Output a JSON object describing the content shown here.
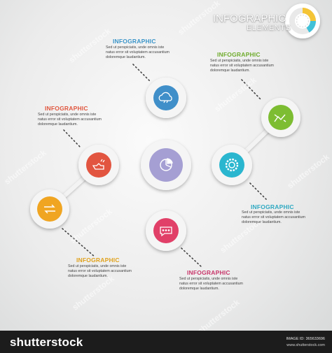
{
  "header": {
    "title": "INFOGRAPHIC",
    "subtitle": "ELEMENTS",
    "pie_colors": [
      "#f4c436",
      "#41c1d8",
      "#e8e8e8"
    ]
  },
  "nodes": {
    "top": {
      "label": "INFOGRAPHIC",
      "label_color": "#3b95c9",
      "icon": "cloud-icon",
      "color": "#3f8fc9",
      "text": [
        "Sed ut perspiciatis, unde omnis iste",
        "natus error sit voluptatem accusantium",
        "doloremque laudantium."
      ]
    },
    "left": {
      "label": "INFOGRAPHIC",
      "label_color": "#e0573f",
      "icon": "hand-icon",
      "color": "#e2543f",
      "text": [
        "Sed ut perspiciatis, unde omnis iste",
        "natus error sit voluptatem accusantium",
        "doloremque laudantium."
      ]
    },
    "bottom_left": {
      "label": "INFOGRAPHIC",
      "label_color": "#e0a21e",
      "icon": "exchange-arrows-icon",
      "color": "#f0a521",
      "text": [
        "Sed ut perspiciatis, unde omnis iste",
        "natus error sit voluptatem accusantium",
        "doloremque laudantium."
      ]
    },
    "bottom": {
      "label": "INFOGRAPHIC",
      "label_color": "#c8366a",
      "icon": "chat-bubble-icon",
      "color": "#e14068",
      "text": [
        "Sed ut perspiciatis, unde omnis iste",
        "natus error sit voluptatem accusantium",
        "doloremque laudantium."
      ]
    },
    "right": {
      "label": "INFOGRAPHIC",
      "label_color": "#2fa9c2",
      "icon": "gear-icon",
      "color": "#2bb6cf",
      "text": [
        "Sed ut perspiciatis, unde omnis iste",
        "natus error sit voluptatem accusantium",
        "doloremque laudantium."
      ]
    },
    "top_right": {
      "label": "INFOGRAPHIC",
      "label_color": "#6fac2c",
      "icon": "trend-line-icon",
      "color": "#7dbd32",
      "text": [
        "Sed ut perspiciatis, unde omnis iste",
        "natus error sit voluptatem accusantium",
        "doloremque laudantium."
      ]
    },
    "center": {
      "icon": "pie-chart-icon",
      "color": "#a59fd3"
    }
  },
  "connector_color": "#f3f3f3",
  "watermark": "shutterstock",
  "footer": {
    "brand": "shutterstock",
    "image_id": "IMAGE ID: 365633696",
    "site": "www.shutterstock.com"
  }
}
